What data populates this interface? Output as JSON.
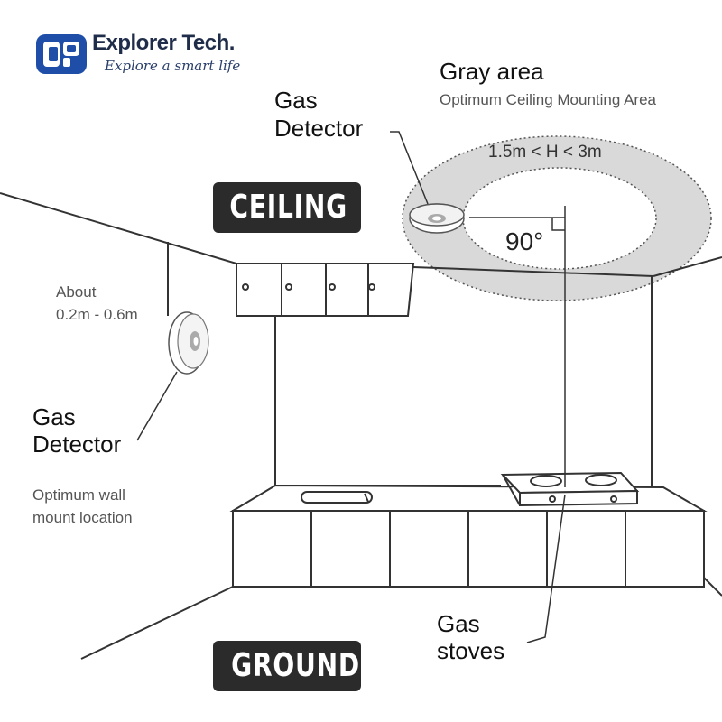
{
  "brand": {
    "name": "Explorer Tech.",
    "tagline": "Explore a smart life",
    "colors": {
      "logo_primary": "#1e4ea8",
      "logo_dark": "#1f2d4a"
    },
    "icon": "explorer-tech-logo-icon"
  },
  "labels": {
    "ceiling": "CEILING",
    "ground": "GROUND",
    "gray_area_title": "Gray area",
    "gray_area_subtitle": "Optimum Ceiling Mounting Area",
    "height_range": "1.5m < H < 3m",
    "angle": "90°",
    "ceiling_detector_line1": "Gas",
    "ceiling_detector_line2": "Detector",
    "distance_line1": "About",
    "distance_line2": "0.2m - 0.6m",
    "wall_detector_line1": "Gas",
    "wall_detector_line2": "Detector",
    "wall_note_line1": "Optimum wall",
    "wall_note_line2": "mount location",
    "stoves_line1": "Gas",
    "stoves_line2": "stoves"
  },
  "colors": {
    "badge_bg": "#2b2b2b",
    "gray_area": "#d9d9d9",
    "line": "#333333"
  }
}
